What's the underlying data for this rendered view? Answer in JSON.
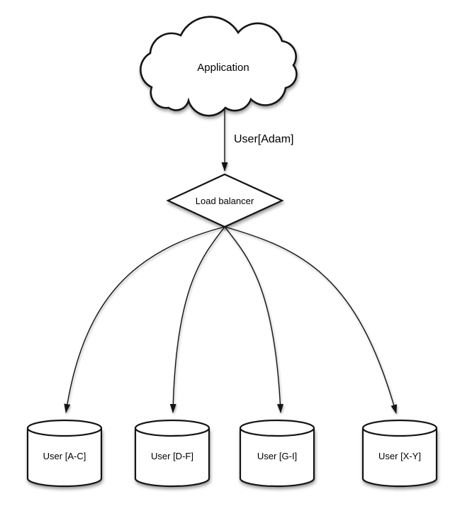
{
  "diagram": {
    "title": "database-sharding-load-balancer-diagram",
    "application": {
      "label": "Application"
    },
    "edge": {
      "label": "User[Adam]"
    },
    "load_balancer": {
      "label": "Load balancer"
    },
    "shards": [
      {
        "label": "User [A-C]"
      },
      {
        "label": "User [D-F]"
      },
      {
        "label": "User [G-I]"
      },
      {
        "label": "User [X-Y]"
      }
    ],
    "colors": {
      "background": "#ffffff",
      "shape_fill": "#ffffff",
      "stroke": "#141414",
      "text": "#000000",
      "shadow": "rgba(0,0,0,0.4)"
    }
  }
}
